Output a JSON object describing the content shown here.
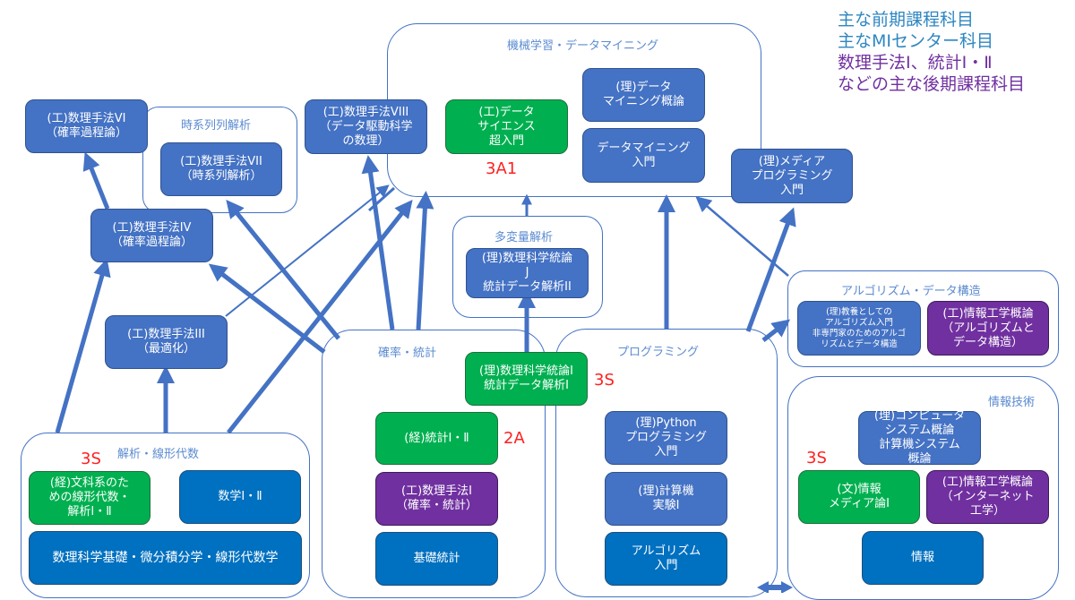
{
  "legend": {
    "lines": [
      {
        "text": "主な前期課程科目",
        "color": "#2e86c1"
      },
      {
        "text": "主なMIセンター科目",
        "color": "#2e86c1"
      },
      {
        "text": "数理手法Ⅰ、統計Ⅰ・Ⅱ",
        "color": "#7030a0"
      },
      {
        "text": "などの主な後期課程科目",
        "color": "#7030a0"
      }
    ]
  },
  "colors": {
    "arrow": "#4472c4",
    "group_border": "#4472c4",
    "group_title": "#5b8bd0",
    "node_blue": "#4472c4",
    "node_dark_blue": "#0070c0",
    "node_green": "#00b050",
    "node_purple": "#7030a0",
    "badge_red": "#ff2020"
  },
  "groups": {
    "ml": {
      "title": "機械学習・データマイニング"
    },
    "timeseries": {
      "title": "時系列列解析"
    },
    "multivariate": {
      "title": "多変量解析"
    },
    "algo": {
      "title": "アルゴリズム・データ構造"
    },
    "prob": {
      "title": "確率・統計"
    },
    "prog": {
      "title": "プログラミング"
    },
    "info": {
      "title": "情報技術"
    },
    "analysis": {
      "title": "解析・線形代数"
    }
  },
  "nodes": {
    "m6": "(工)数理手法VI\n（確率過程論）",
    "m7": "(工)数理手法VII\n（時系列解析）",
    "m8": "(工)数理手法VIII\n（データ駆動科学\nの数理）",
    "ds_intro": "(工)データ\nサイエンス\n超入門",
    "dm_overview": "(理)データ\nマイニング概論",
    "dm_intro": "データマイニング\n入門",
    "media_prog": "(理)メディア\nプログラミング\n入門",
    "m4": "(工)数理手法IV\n（確率過程論）",
    "stat_j": "(理)数理科学統論\nJ\n統計データ解析II",
    "algo_liberal": "(理)教養としての\nアルゴリズム入門\n非専門家のためのアルゴ\nリズムとデータ構造",
    "infoeng_algo": "(工)情報工学概論\n（アルゴリズムと\nデータ構造）",
    "m3": "(工)数理手法III\n（最適化）",
    "stat_i": "(理)数理科学統論I\n統計データ解析I",
    "econ_stat": "(経)統計Ⅰ・Ⅱ",
    "m1": "(工)数理手法Ⅰ\n（確率・統計）",
    "basic_stat": "基礎統計",
    "python": "(理)Python\nプログラミング\n入門",
    "computer_exp": "(理)計算機\n実験Ⅰ",
    "algo_intro": "アルゴリズム\n入門",
    "comp_sys": "(理)コンピュータ\nシステム概論\n計算機システム\n概論",
    "media_theory": "(文)情報\nメディア論Ⅰ",
    "infoeng_net": "(工)情報工学概論\n（インターネット\n工学）",
    "info": "情報",
    "econ_linalg": "(経)文科系のた\nめの線形代数・\n解析Ⅰ・Ⅱ",
    "math12": "数学Ⅰ・Ⅱ",
    "math_base": "数理科学基礎・微分積分学・線形代数学"
  },
  "badges": {
    "ml": "3A1",
    "stat_i": "3S",
    "econ_stat": "2A",
    "info": "3S",
    "analysis": "3S"
  }
}
